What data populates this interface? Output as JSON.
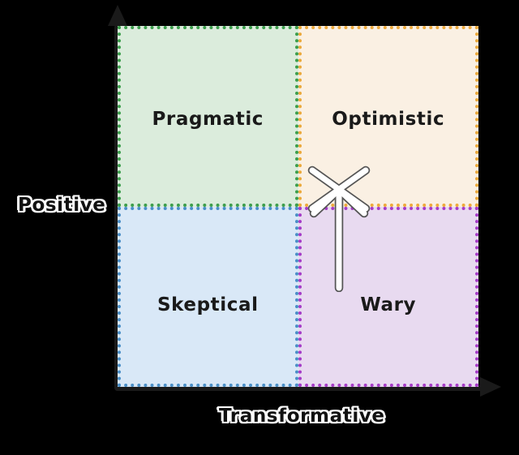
{
  "chart_data": {
    "type": "matrix",
    "title": "",
    "xlabel": "Transformative",
    "ylabel": "Positive",
    "grid": "2x2",
    "quadrants": [
      {
        "id": "pragmatic",
        "label": "Pragmatic",
        "position": "top-left",
        "fill": "#dbecdc",
        "border_color": "#3c9e4c",
        "border_style": "dotted"
      },
      {
        "id": "optimistic",
        "label": "Optimistic",
        "position": "top-right",
        "fill": "#faf0e3",
        "border_color": "#eda93b",
        "border_style": "dotted"
      },
      {
        "id": "skeptical",
        "label": "Skeptical",
        "position": "bottom-left",
        "fill": "#d9e8f7",
        "border_color": "#4a8fc7",
        "border_style": "dotted"
      },
      {
        "id": "wary",
        "label": "Wary",
        "position": "bottom-right",
        "fill": "#e8daf0",
        "border_color": "#a63bc7",
        "border_style": "dotted"
      }
    ],
    "annotation": {
      "name": "hand-drawn-up-arrow-with-x",
      "in_quadrant": "pragmatic",
      "stroke": "#ffffff",
      "outline": "#555555"
    },
    "background": "#000000",
    "axis_color": "#1a1a1a"
  },
  "axes": {
    "y": {
      "title": "Positive",
      "arrow": "up-arrow-icon"
    },
    "x": {
      "title": "Transformative",
      "arrow": "right-arrow-icon"
    }
  },
  "colors": {
    "background": "#000000",
    "axis": "#1a1a1a",
    "text": "#1a1a1a",
    "text_outline": "#ffffff"
  }
}
